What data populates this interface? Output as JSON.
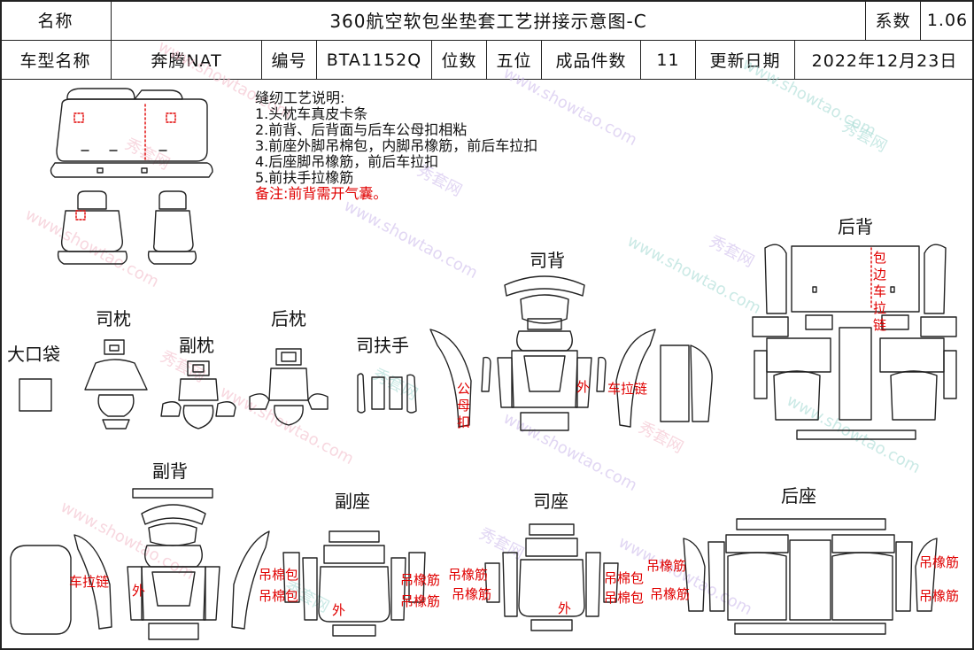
{
  "header": {
    "name_label": "名称",
    "title": "360航空软包坐垫套工艺拼接示意图-C",
    "coef_label": "系数",
    "coef_value": "1.06",
    "model_label": "车型名称",
    "model_value": "奔腾NAT",
    "code_label": "编号",
    "code_value": "BTA1152Q",
    "seats_label": "位数",
    "seats_value": "五位",
    "pieces_label": "成品件数",
    "pieces_value": "11",
    "date_label": "更新日期",
    "date_value": "2022年12月23日"
  },
  "notes": {
    "title": "缝纫工艺说明:",
    "items": [
      "1.头枕车真皮卡条",
      "2.前背、后背面与后车公母扣相粘",
      "3.前座外脚吊棉包，内脚吊橡筋，前后车拉扣",
      "4.后座脚吊橡筋，前后车拉扣",
      "5.前扶手拉橡筋"
    ],
    "remark": "备注:前背需开气囊。"
  },
  "labels": {
    "driver_headrest": "司枕",
    "passenger_headrest": "副枕",
    "rear_headrest": "后枕",
    "big_pocket": "大口袋",
    "driver_armrest": "司扶手",
    "driver_back": "司背",
    "rear_back": "后背",
    "passenger_back": "副背",
    "passenger_seat": "副座",
    "driver_seat": "司座",
    "rear_seat": "后座"
  },
  "annotations": {
    "snap_buttons": "公母扣",
    "outer_a": "外",
    "rear_zip_a": "车拉链",
    "rear_zip_b": "包边车拉链",
    "zip_b": "车拉链",
    "outer_b": "外",
    "cotton_1": "吊棉包",
    "cotton_2": "吊棉包",
    "outer_c": "外",
    "elastic_1": "吊橡筋",
    "elastic_2": "吊橡筋",
    "elastic_3": "吊橡筋",
    "elastic_4": "吊橡筋",
    "cotton_3": "吊棉包",
    "cotton_4": "吊棉包",
    "outer_d": "外",
    "elastic_5": "吊橡筋",
    "elastic_6": "吊橡筋",
    "elastic_7": "吊橡筋",
    "elastic_8": "吊橡筋"
  },
  "watermark": {
    "text_a": "秀套网",
    "text_b": "www.showtao.com"
  },
  "colors": {
    "line": "#222222",
    "annotation": "#e00000",
    "watermark": "#f2b8c6"
  }
}
